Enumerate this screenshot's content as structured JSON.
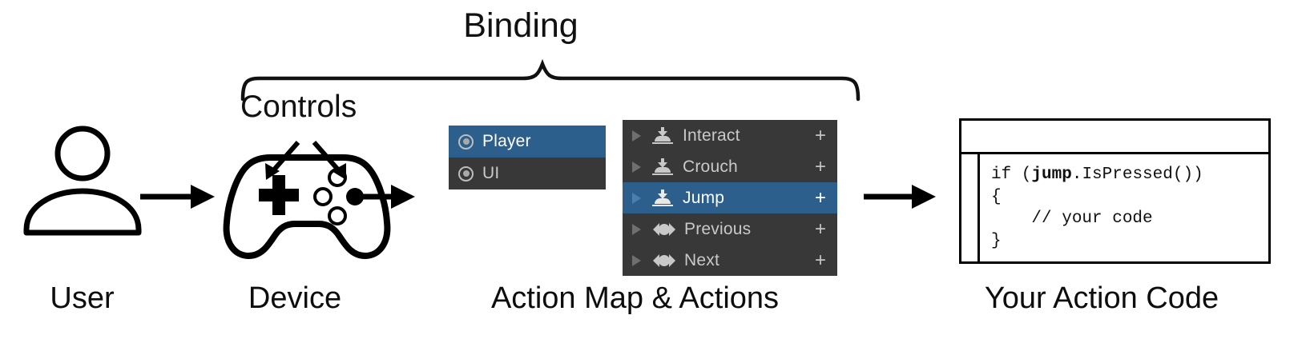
{
  "diagram": {
    "title_top": "Binding",
    "controls_label": "Controls",
    "captions": {
      "user": "User",
      "device": "Device",
      "action_map": "Action Map & Actions",
      "code": "Your Action Code"
    }
  },
  "action_maps": {
    "items": [
      {
        "label": "Player",
        "icon": "action-map-icon",
        "selected": true
      },
      {
        "label": "UI",
        "icon": "action-map-icon",
        "selected": false
      }
    ]
  },
  "actions": {
    "items": [
      {
        "label": "Interact",
        "icon": "button-action-icon",
        "add": "+",
        "selected": false
      },
      {
        "label": "Crouch",
        "icon": "button-action-icon",
        "add": "+",
        "selected": false
      },
      {
        "label": "Jump",
        "icon": "button-action-icon",
        "add": "+",
        "selected": true
      },
      {
        "label": "Previous",
        "icon": "axis-action-icon",
        "add": "+",
        "selected": false
      },
      {
        "label": "Next",
        "icon": "axis-action-icon",
        "add": "+",
        "selected": false
      }
    ]
  },
  "code_window": {
    "line1_pre": "if (",
    "line1_bold": "jump",
    "line1_post": ".IsPressed())",
    "line2": "{",
    "line3": "    // your code",
    "line4": "}"
  },
  "colors": {
    "panel_background": "#383838",
    "selection_blue": "#2c5f8c",
    "text_grey": "#c9c9c9",
    "text_white": "#ffffff",
    "stroke_black": "#000000"
  }
}
